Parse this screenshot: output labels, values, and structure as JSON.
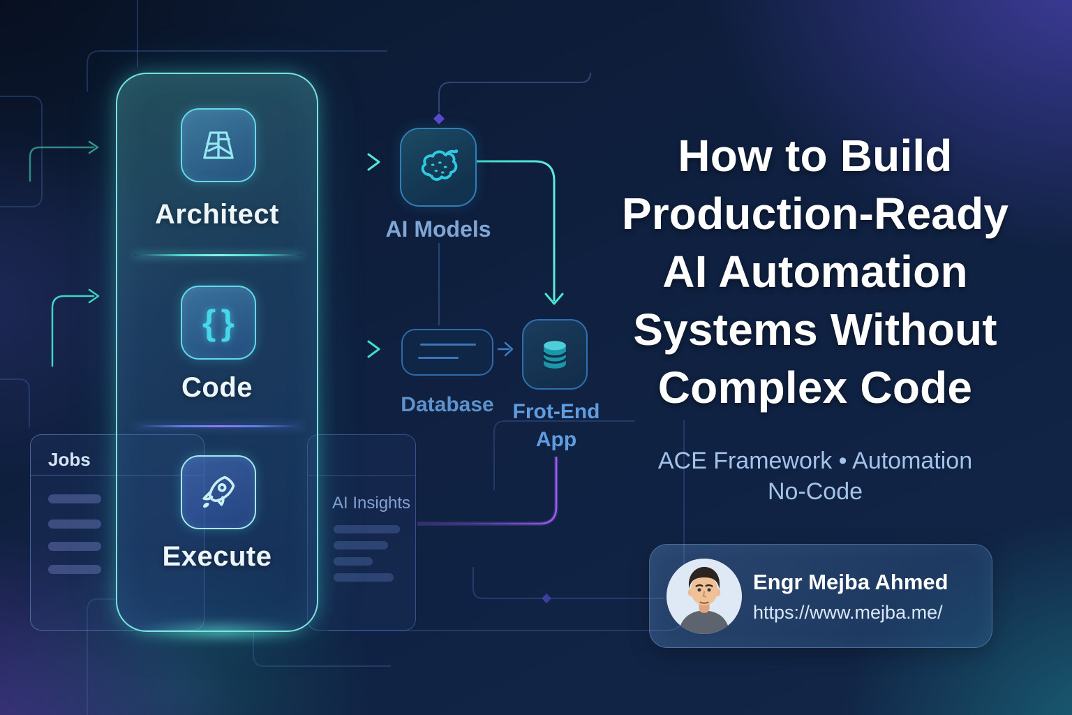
{
  "panel": {
    "steps": [
      {
        "label": "Architect",
        "icon": "blueprint-icon"
      },
      {
        "label": "Code",
        "icon": "code-braces-icon"
      },
      {
        "label": "Execute",
        "icon": "rocket-icon"
      }
    ],
    "brace_open": "{",
    "brace_close": "}"
  },
  "flow": {
    "ai_models": "AI Models",
    "database": "Database",
    "frontend_line1": "Frot-End",
    "frontend_line2": "App"
  },
  "cards": {
    "jobs_title": "Jobs",
    "insights_title": "AI Insights"
  },
  "hero": {
    "title_lines": [
      "How to Build",
      "Production-Ready",
      "AI Automation",
      "Systems Without",
      "Complex Code"
    ],
    "subtitle_line1": "ACE Framework • Automation",
    "subtitle_line2": "No-Code"
  },
  "author": {
    "name": "Engr Mejba Ahmed",
    "url": "https://www.mejba.me/"
  },
  "colors": {
    "panel_border": "#7feae2",
    "accent_teal": "#45dcc9",
    "accent_purple": "#9d5cf8",
    "arrow_blue": "#3b7fc4",
    "node_label_blue": "#6f9fd6",
    "subtitle_blue": "#a4c3e8",
    "title_white": "#ffffff"
  }
}
